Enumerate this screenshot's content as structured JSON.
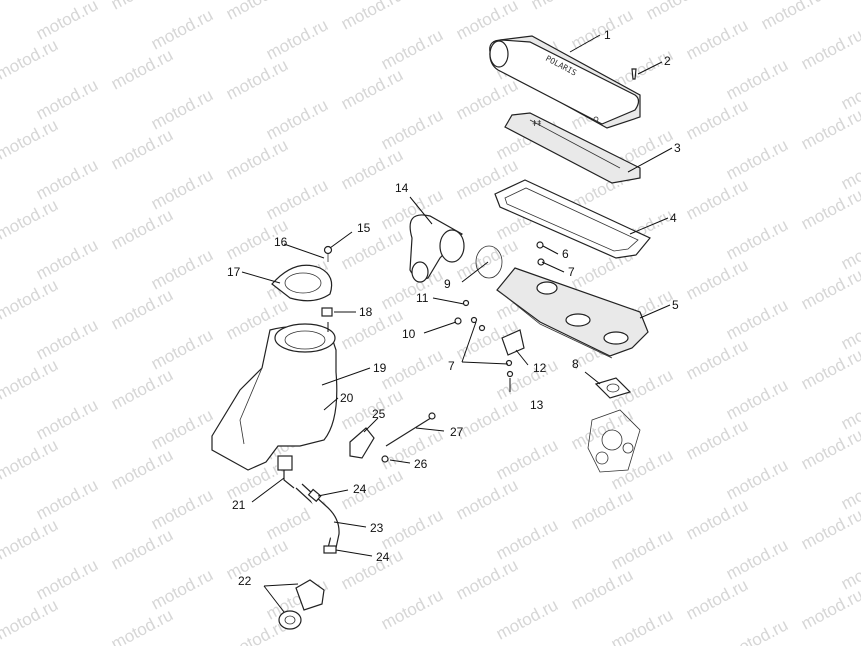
{
  "watermark": {
    "text": "motod.ru"
  },
  "cover_brand": "POLARIS",
  "callouts": [
    {
      "id": "c1",
      "label": "1"
    },
    {
      "id": "c2",
      "label": "2"
    },
    {
      "id": "c3",
      "label": "3"
    },
    {
      "id": "c4",
      "label": "4"
    },
    {
      "id": "c5",
      "label": "5"
    },
    {
      "id": "c6",
      "label": "6"
    },
    {
      "id": "c7a",
      "label": "7"
    },
    {
      "id": "c7b",
      "label": "7"
    },
    {
      "id": "c8",
      "label": "8"
    },
    {
      "id": "c9",
      "label": "9"
    },
    {
      "id": "c10",
      "label": "10"
    },
    {
      "id": "c11",
      "label": "11"
    },
    {
      "id": "c12",
      "label": "12"
    },
    {
      "id": "c13",
      "label": "13"
    },
    {
      "id": "c14",
      "label": "14"
    },
    {
      "id": "c15",
      "label": "15"
    },
    {
      "id": "c16",
      "label": "16"
    },
    {
      "id": "c17",
      "label": "17"
    },
    {
      "id": "c18",
      "label": "18"
    },
    {
      "id": "c19",
      "label": "19"
    },
    {
      "id": "c20",
      "label": "20"
    },
    {
      "id": "c21",
      "label": "21"
    },
    {
      "id": "c22",
      "label": "22"
    },
    {
      "id": "c23",
      "label": "23"
    },
    {
      "id": "c24a",
      "label": "24"
    },
    {
      "id": "c24b",
      "label": "24"
    },
    {
      "id": "c25",
      "label": "25"
    },
    {
      "id": "c26",
      "label": "26"
    },
    {
      "id": "c27",
      "label": "27"
    }
  ]
}
